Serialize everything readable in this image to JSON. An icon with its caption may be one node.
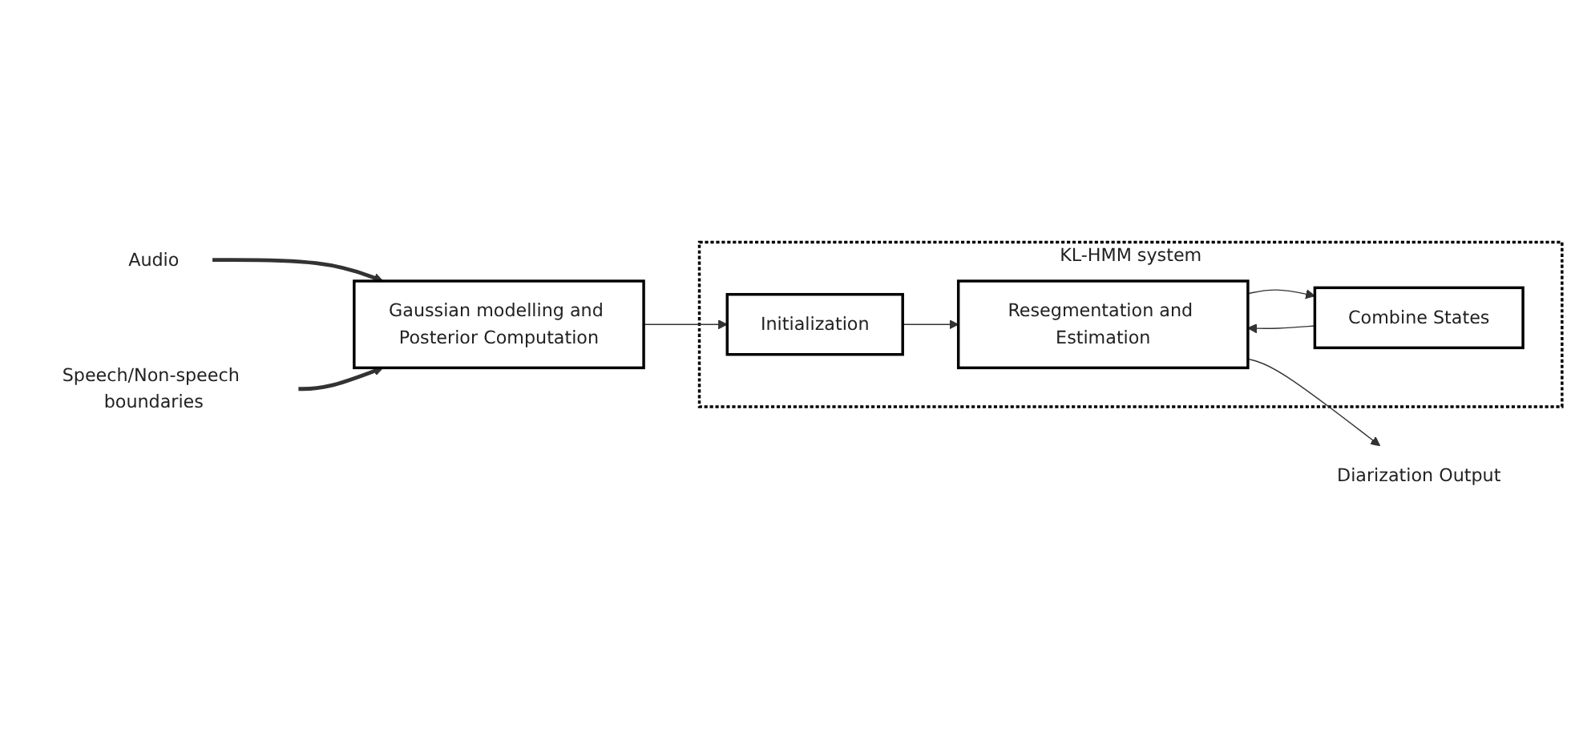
{
  "diagram": {
    "nodes": [
      {
        "text": [
          "Audio"
        ]
      },
      {
        "text": [
          "Speech/Non-speech boundaries"
        ]
      },
      {
        "text": [
          "Gaussian modelling and Posterior Computation"
        ]
      },
      {
        "text": [
          "KL-HMM system"
        ]
      },
      {
        "text": [
          "Initialization"
        ],
        "in": 3
      },
      {
        "text": [
          "Resegmentation and Estimation"
        ],
        "in": 3
      },
      {
        "text": [
          "Combine States"
        ],
        "in": 3
      },
      {
        "text": [
          "Diarization Output"
        ]
      }
    ],
    "edges": [
      {
        "from": 0,
        "to": 2,
        "arrow": "to",
        "style": "thick"
      },
      {
        "from": 1,
        "to": 2,
        "arrow": "to",
        "style": "thick"
      },
      {
        "from": 2,
        "to": 4,
        "arrow": "to"
      },
      {
        "from": 4,
        "to": 5,
        "arrow": "to"
      },
      {
        "from": 5,
        "to": 6,
        "arrow": "to"
      },
      {
        "from": 6,
        "to": 5,
        "arrow": "to"
      },
      {
        "from": 5,
        "to": 7,
        "arrow": "to"
      }
    ]
  }
}
